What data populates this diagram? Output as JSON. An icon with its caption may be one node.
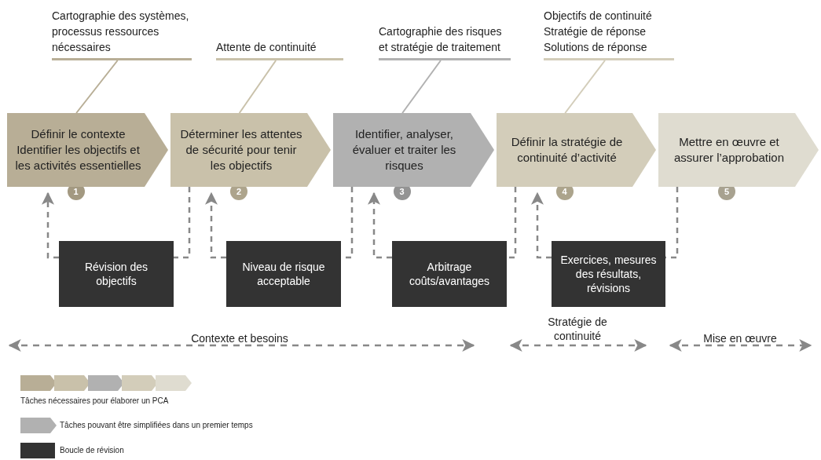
{
  "diagram": {
    "nodes": [
      {
        "text": [
          "Définir le contexte Identifier les objectifs et les activités essentielles"
        ],
        "beside": [
          "1"
        ]
      },
      {
        "text": [
          "Déterminer les attentes de sécurité pour tenir les objectifs"
        ],
        "beside": [
          "2"
        ]
      },
      {
        "text": [
          "Identifier, analyser, évaluer et traiter les risques"
        ],
        "beside": [
          "3"
        ]
      },
      {
        "text": [
          "Définir la stratégie de continuité d’activité"
        ],
        "beside": [
          "4"
        ]
      },
      {
        "text": [
          "Mettre en œuvre et assurer l’approbation"
        ],
        "beside": [
          "5"
        ]
      },
      {
        "text": [
          "Cartographie des systèmes, processus ressources nécessaires"
        ]
      },
      {
        "text": [
          "Attente de continuité"
        ]
      },
      {
        "text": [
          "Cartographie des risques et stratégie de traitement"
        ]
      },
      {
        "text": [
          "Objectifs de continuité",
          "Stratégie de réponse",
          "Solutions de réponse"
        ]
      },
      {
        "text": [
          "Révision des objectifs"
        ]
      },
      {
        "text": [
          "Niveau de risque acceptable"
        ]
      },
      {
        "text": [
          "Arbitrage coûts/avantages"
        ]
      },
      {
        "text": [
          "Exercices, mesures des résultats, révisions"
        ]
      }
    ],
    "edges": [
      {
        "from": 5,
        "to": 0,
        "arrow": "none",
        "color": "#b8ae96"
      },
      {
        "from": 6,
        "to": 1,
        "arrow": "none",
        "color": "#c9c1aa"
      },
      {
        "from": 7,
        "to": 2,
        "arrow": "none",
        "color": "#b1b1b1"
      },
      {
        "from": 8,
        "to": 3,
        "arrow": "none",
        "color": "#d3cdba"
      },
      {
        "from": 1,
        "to": 9,
        "arrow": "none",
        "style": "dashed"
      },
      {
        "from": 9,
        "to": 0,
        "arrow": "to",
        "style": "dashed"
      },
      {
        "from": 2,
        "to": 10,
        "arrow": "none",
        "style": "dashed"
      },
      {
        "from": 10,
        "to": 1,
        "arrow": "to",
        "style": "dashed"
      },
      {
        "from": 3,
        "to": 11,
        "arrow": "none",
        "style": "dashed"
      },
      {
        "from": 11,
        "to": 2,
        "arrow": "to",
        "style": "dashed"
      },
      {
        "from": 4,
        "to": 12,
        "arrow": "none",
        "style": "dashed"
      },
      {
        "from": 12,
        "to": 3,
        "arrow": "to",
        "style": "dashed"
      }
    ],
    "labels": [
      "Contexte et besoins",
      "Stratégie de continuité",
      "Mise en œuvre"
    ],
    "legend": [
      {
        "text": "Tâches nécessaires pour élaborer un PCA"
      },
      {
        "text": "Tâches pouvant être simplifiées dans un premier temps",
        "color": "#b1b1b1"
      },
      {
        "text": "Boucle de révision",
        "color": "#333333"
      }
    ]
  }
}
